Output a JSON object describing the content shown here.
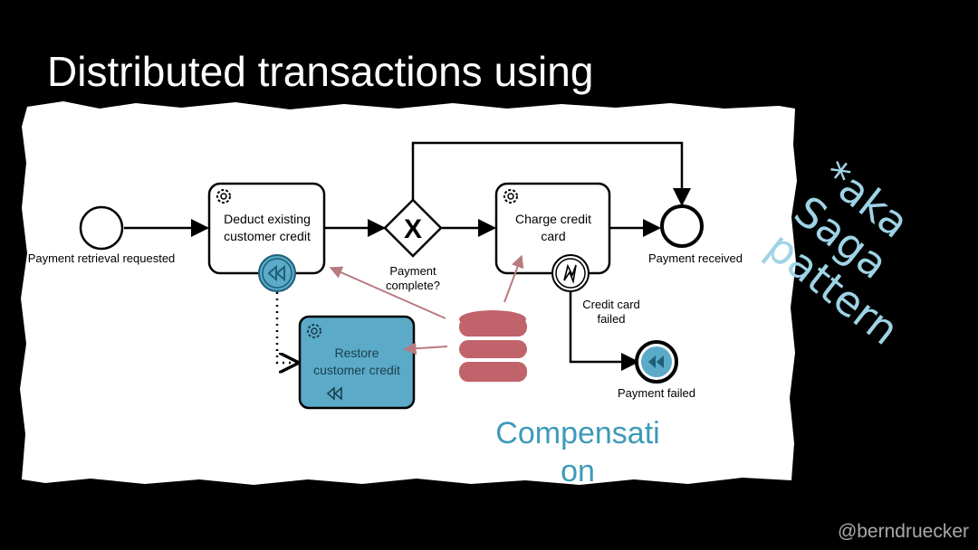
{
  "slide": {
    "title": "Distributed transactions using",
    "credit": "@berndruecker",
    "aka_note": {
      "line1": "*aka",
      "line2": "Saga",
      "line3": "pattern"
    },
    "compensation_label": {
      "line1": "Compensati",
      "line2": "on"
    }
  },
  "diagram": {
    "start_event": "Payment retrieval requested",
    "task_deduct": {
      "line1": "Deduct existing",
      "line2": "customer credit"
    },
    "gateway": {
      "symbol": "X",
      "line1": "Payment",
      "line2": "complete?"
    },
    "task_charge": {
      "line1": "Charge credit",
      "line2": "card"
    },
    "end_received": "Payment received",
    "error_event": {
      "line1": "Credit card",
      "line2": "failed"
    },
    "end_failed": "Payment failed",
    "task_restore": {
      "line1": "Restore",
      "line2": "customer credit"
    },
    "icons": [
      "gear-icon",
      "rewind-icon",
      "lightning-icon",
      "database-icon",
      "gateway-x-icon"
    ],
    "colors": {
      "compensation_fill": "#5aaac8",
      "compensation_stroke": "#1d5f79",
      "database": "#c0636b",
      "annotation_arrow": "#b87a7f"
    }
  }
}
